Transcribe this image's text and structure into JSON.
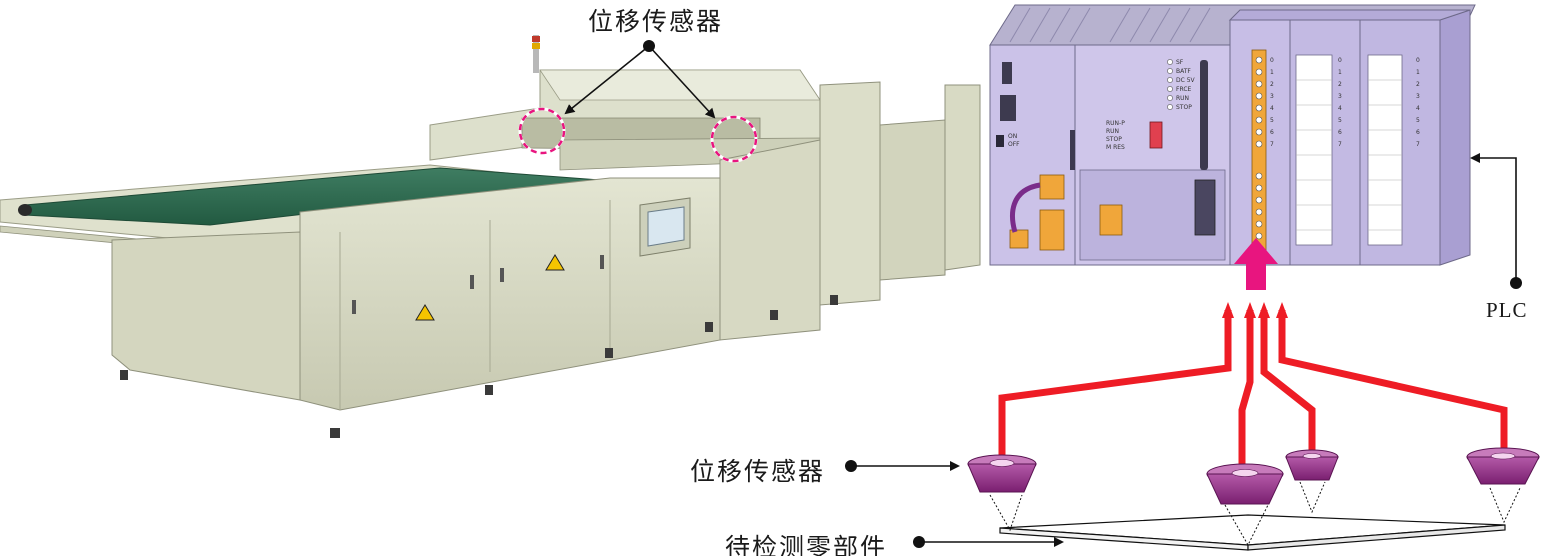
{
  "labels": {
    "top_sensor": "位移传感器",
    "bottom_sensor": "位移传感器",
    "workpiece": "待检测零部件",
    "plc": "PLC"
  },
  "plc_panel": {
    "status_leds": [
      "SF",
      "BATF",
      "DC 5V",
      "FRCE",
      "RUN",
      "STOP"
    ],
    "mode_switch": [
      "RUN-P",
      "RUN",
      "STOP",
      "M RES"
    ],
    "power_switch": [
      "ON",
      "OFF"
    ],
    "io_channels": [
      "0",
      "1",
      "2",
      "3",
      "4",
      "5",
      "6",
      "7"
    ]
  },
  "colors": {
    "machine_body": "#d9dbc5",
    "belt": "#2f6d52",
    "plc_body": "#c9c0e6",
    "plc_dark": "#a79ed0",
    "signal_wire": "#ee1c25",
    "signal_arrow": "#e8157f",
    "sensor": "#9a2f8e",
    "highlight_ring": "#e8157f"
  }
}
